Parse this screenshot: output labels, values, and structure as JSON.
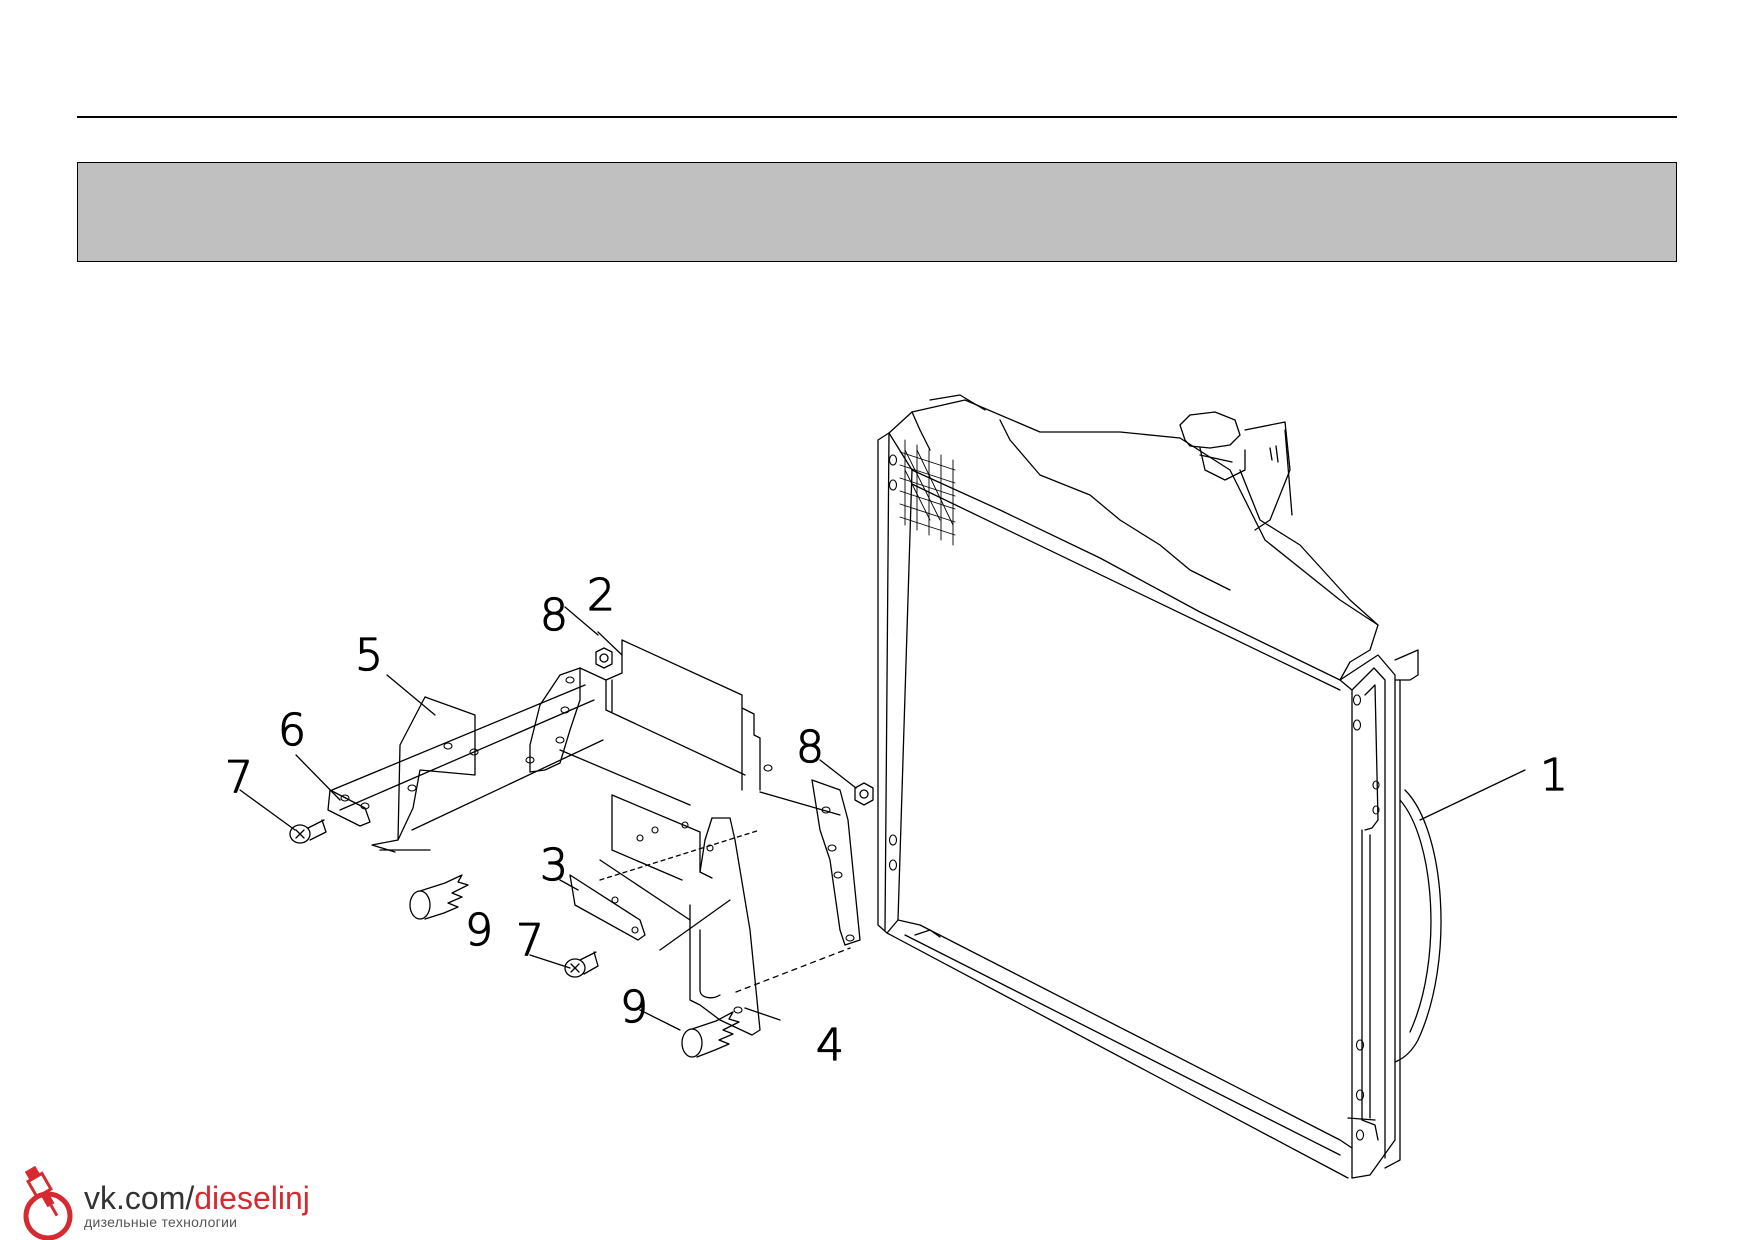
{
  "header": {
    "title": ""
  },
  "callouts": [
    {
      "id": "callout-1",
      "label": "1"
    },
    {
      "id": "callout-2",
      "label": "2"
    },
    {
      "id": "callout-3",
      "label": "3"
    },
    {
      "id": "callout-4",
      "label": "4"
    },
    {
      "id": "callout-5",
      "label": "5"
    },
    {
      "id": "callout-6",
      "label": "6"
    },
    {
      "id": "callout-7a",
      "label": "7"
    },
    {
      "id": "callout-7b",
      "label": "7"
    },
    {
      "id": "callout-8a",
      "label": "8"
    },
    {
      "id": "callout-8b",
      "label": "8"
    },
    {
      "id": "callout-9a",
      "label": "9"
    },
    {
      "id": "callout-9b",
      "label": "9"
    }
  ],
  "watermark": {
    "domain": "vk.com/",
    "path": "dieselinj",
    "tagline": "дизельные технологии",
    "icon": "injector-pin-icon",
    "accent_color": "#d42a30"
  }
}
